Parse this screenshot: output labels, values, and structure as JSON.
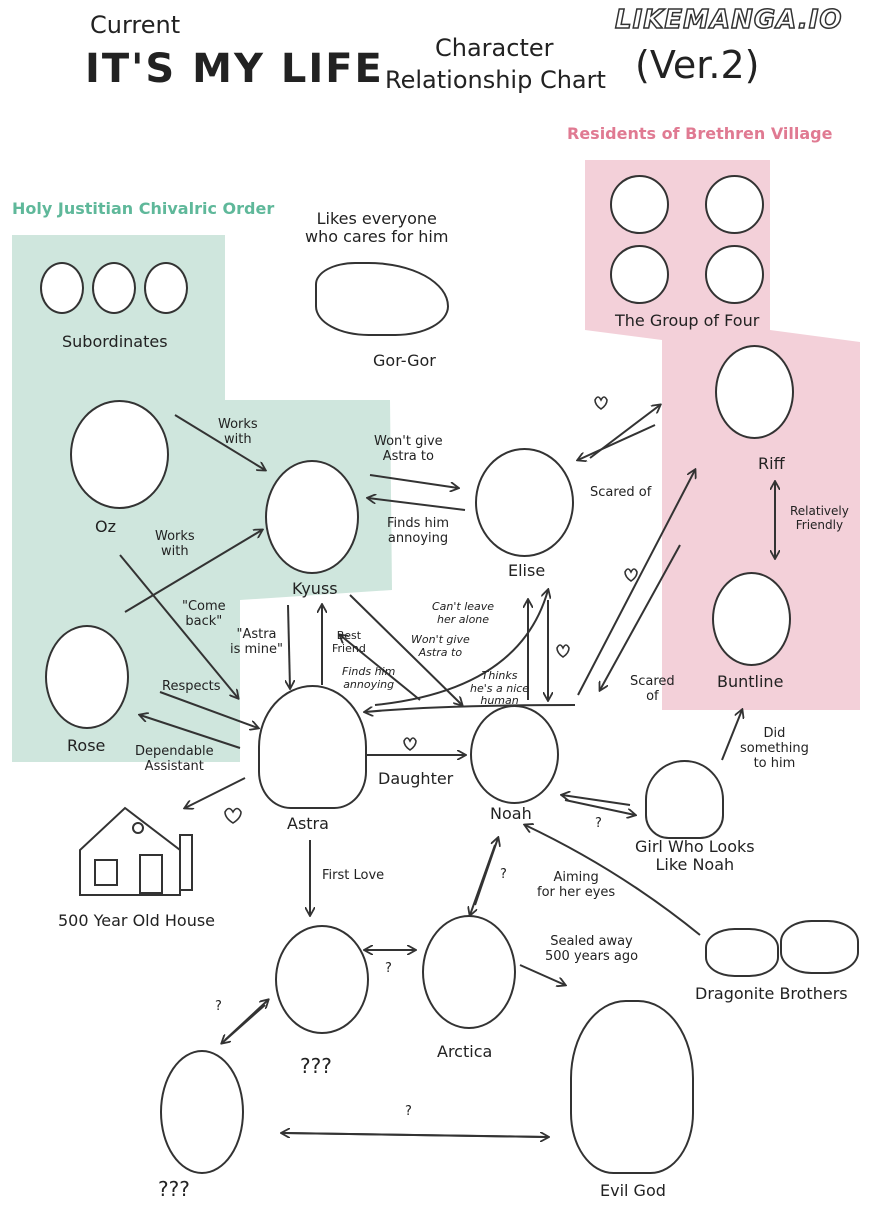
{
  "header": {
    "current": "Current",
    "series": "IT'S MY LIFE",
    "chart_title_1": "Character",
    "chart_title_2": "Relationship Chart",
    "version": "(Ver.2)",
    "watermark": "LIKEMANGA.IO"
  },
  "groups": {
    "holy_order": "Holy Justitian Chivalric Order",
    "brethren": "Residents of Brethren Village"
  },
  "colors": {
    "holy_order": "#cfe6dd",
    "brethren": "#f3d0d9",
    "holy_text": "#5fb89a",
    "brethren_text": "#e07a92"
  },
  "characters": {
    "subordinates": "Subordinates",
    "gorgor": "Gor-Gor",
    "gorgor_note_1": "Likes everyone",
    "gorgor_note_2": "who cares for him",
    "group_of_four": "The Group of Four",
    "riff": "Riff",
    "buntline": "Buntline",
    "oz": "Oz",
    "kyuss": "Kyuss",
    "elise": "Elise",
    "rose": "Rose",
    "astra": "Astra",
    "noah": "Noah",
    "girl_like_noah_1": "Girl Who Looks",
    "girl_like_noah_2": "Like Noah",
    "house": "500 Year Old House",
    "dragonite": "Dragonite Brothers",
    "unknown1": "???",
    "arctica": "Arctica",
    "unknown2": "???",
    "evil_god": "Evil God"
  },
  "relations": {
    "oz_kyuss": [
      "Works",
      "with"
    ],
    "rose_kyuss": [
      "Works",
      "with"
    ],
    "kyuss_elise": [
      "Won't give",
      "Astra to"
    ],
    "elise_kyuss": [
      "Finds him",
      "annoying"
    ],
    "elise_riff": "Scared of",
    "riff_buntline": [
      "Relatively",
      "Friendly"
    ],
    "oz_astra": [
      "\"Come",
      "back\""
    ],
    "kyuss_astra_mine": [
      "\"Astra",
      "is mine\""
    ],
    "rose_astra": "Respects",
    "astra_rose": [
      "Dependable",
      "Assistant"
    ],
    "astra_kyuss_best": [
      "Best",
      "Friend"
    ],
    "astra_kyuss_annoy": [
      "Finds him",
      "annoying"
    ],
    "elise_astra": [
      "Can't leave",
      "her alone"
    ],
    "noah_kyuss": [
      "Won't give",
      "Astra to"
    ],
    "noah_astra": [
      "Thinks",
      "he's a nice",
      "human"
    ],
    "noah_riff": [
      "Scared",
      "of"
    ],
    "girl_buntline": [
      "Did",
      "something",
      "to him"
    ],
    "astra_noah": "Daughter",
    "noah_girl": "?",
    "astra_unknown": "First Love",
    "noah_arctica": "?",
    "dragon_noah": [
      "Aiming",
      "for her eyes"
    ],
    "arctica_evilgod": [
      "Sealed away",
      "500 years ago"
    ],
    "unknown_arctica": "?",
    "unknown1_unknown2": "?",
    "unknown2_evilgod": "?"
  }
}
